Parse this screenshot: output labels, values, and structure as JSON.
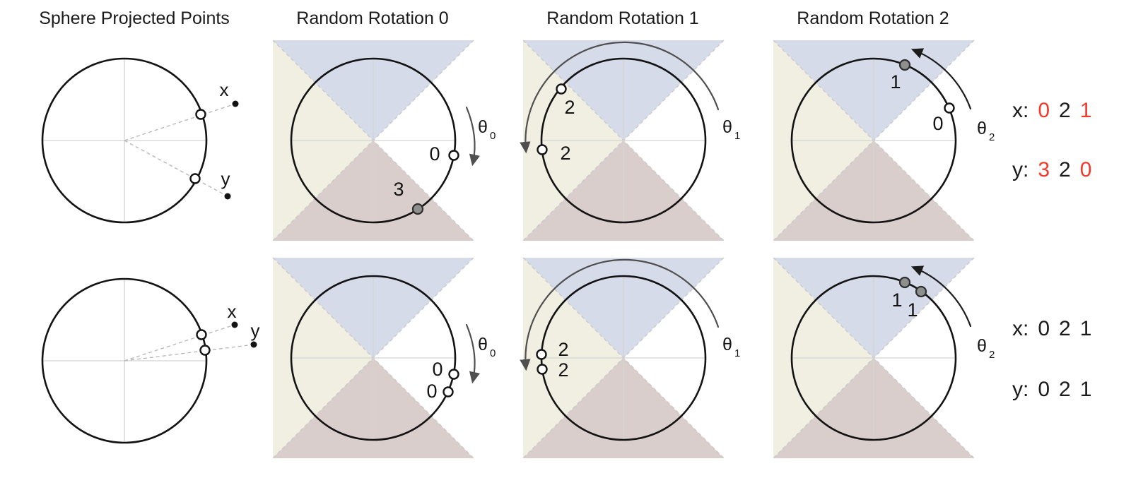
{
  "colors": {
    "tri-top": "#d6dbe9",
    "tri-left": "#f0efe2",
    "tri-bottom": "#d9cecb",
    "accent-red": "#f23a2c",
    "ink": "#1a1a1a",
    "arrow-gray": "#4f4f4f",
    "arrow-dark": "#1c1c1c"
  },
  "header": {
    "titles": [
      "Sphere Projected Points",
      "Random Rotation 0",
      "Random Rotation 1",
      "Random Rotation 2"
    ]
  },
  "theta_labels": [
    {
      "sym": "θ",
      "sub": "0"
    },
    {
      "sym": "θ",
      "sub": "1"
    },
    {
      "sym": "θ",
      "sub": "2"
    }
  ],
  "rows": [
    {
      "sphere": {
        "x": "x",
        "y": "y"
      },
      "rotations": [
        {
          "points": [
            "0",
            "3"
          ]
        },
        {
          "points": [
            "2",
            "2"
          ]
        },
        {
          "points": [
            "1",
            "0"
          ]
        }
      ],
      "hash": {
        "x_prefix": "x:",
        "x_digits": [
          {
            "value": "0",
            "color": "red"
          },
          {
            "value": "2",
            "color": "ink"
          },
          {
            "value": "1",
            "color": "red"
          }
        ],
        "y_prefix": "y:",
        "y_digits": [
          {
            "value": "3",
            "color": "red"
          },
          {
            "value": "2",
            "color": "ink"
          },
          {
            "value": "0",
            "color": "red"
          }
        ]
      }
    },
    {
      "sphere": {
        "x": "x",
        "y": "y"
      },
      "rotations": [
        {
          "points": [
            "0",
            "0"
          ]
        },
        {
          "points": [
            "2",
            "2"
          ]
        },
        {
          "points": [
            "1",
            "1"
          ]
        }
      ],
      "hash": {
        "x_prefix": "x:",
        "x_digits": [
          {
            "value": "0",
            "color": "ink"
          },
          {
            "value": "2",
            "color": "ink"
          },
          {
            "value": "1",
            "color": "ink"
          }
        ],
        "y_prefix": "y:",
        "y_digits": [
          {
            "value": "0",
            "color": "ink"
          },
          {
            "value": "2",
            "color": "ink"
          },
          {
            "value": "1",
            "color": "ink"
          }
        ]
      }
    }
  ]
}
